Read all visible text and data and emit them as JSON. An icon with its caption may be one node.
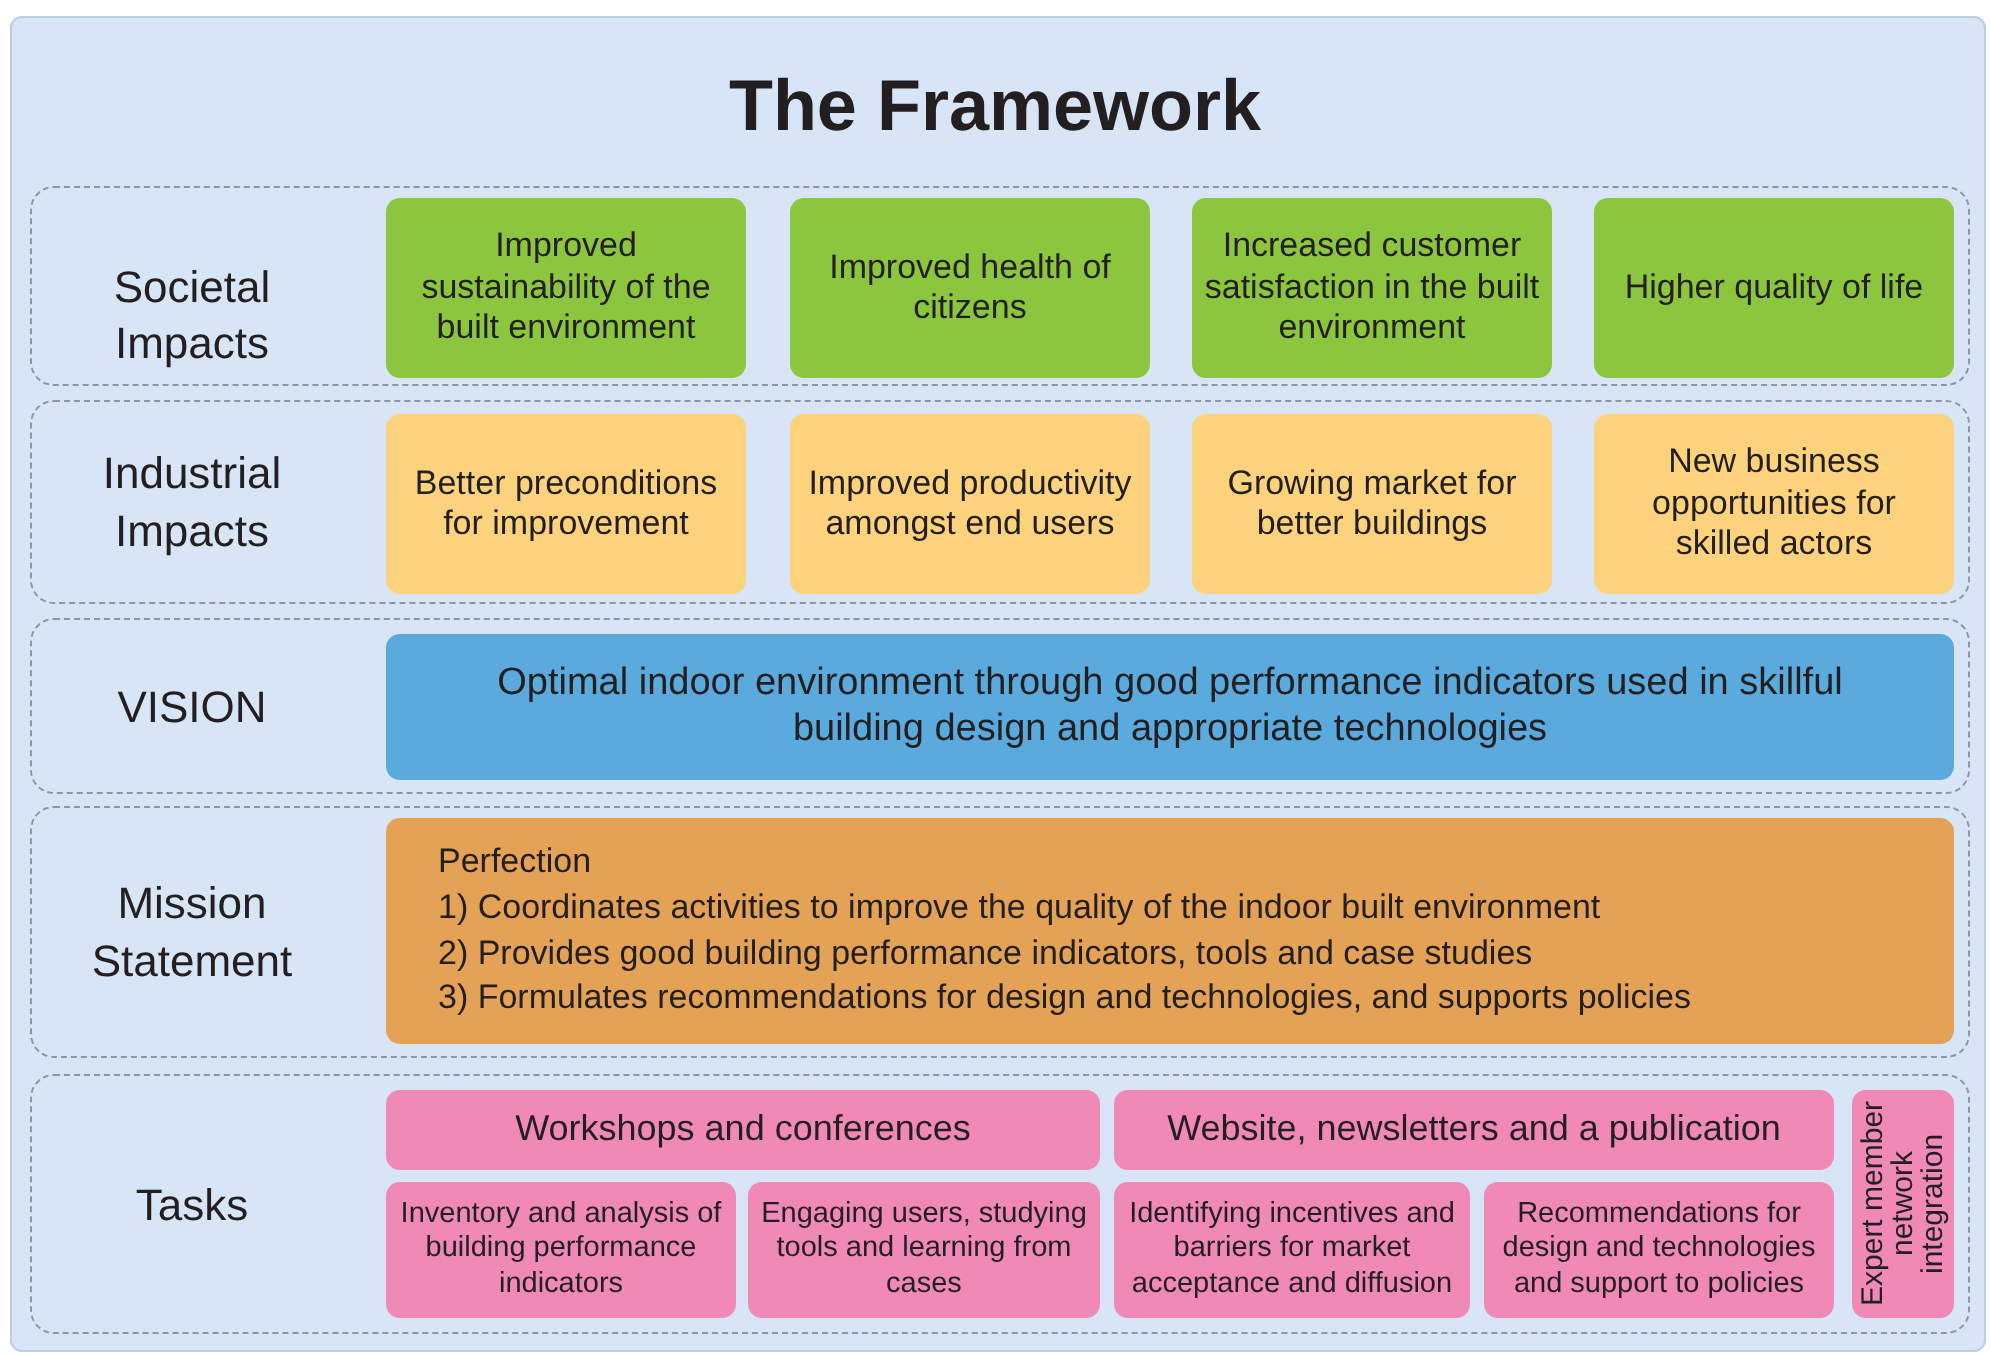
{
  "diagram": {
    "title": "The Framework",
    "nodes": [
      {
        "text": [
          "Societal Impacts"
        ]
      },
      {
        "text": [
          "Improved sustainability of the built environment"
        ],
        "in": 0
      },
      {
        "text": [
          "Improved health of citizens"
        ],
        "in": 0
      },
      {
        "text": [
          "Increased customer satisfaction in the built environment"
        ],
        "in": 0
      },
      {
        "text": [
          "Higher quality of life"
        ],
        "in": 0
      },
      {
        "text": [
          "Industrial Impacts"
        ]
      },
      {
        "text": [
          "Better preconditions for improvement"
        ],
        "in": 5
      },
      {
        "text": [
          "Improved productivity amongst end users"
        ],
        "in": 5
      },
      {
        "text": [
          "Growing market for better buildings"
        ],
        "in": 5
      },
      {
        "text": [
          "New business opportunities for skilled actors"
        ],
        "in": 5
      },
      {
        "text": [
          "VISION"
        ]
      },
      {
        "text": [
          "Optimal indoor environment through good performance indicators used in skillful building design and appropriate technologies"
        ],
        "in": 10
      },
      {
        "text": [
          "Mission Statement"
        ]
      },
      {
        "text": [
          "Perfection",
          "1) Coordinates activities to improve the quality of the indoor built environment",
          "2) Provides good building performance indicators, tools and case studies",
          "3) Formulates recommendations for design and technologies, and supports policies"
        ],
        "in": 12
      },
      {
        "text": [
          "Tasks"
        ]
      },
      {
        "text": [
          "Workshops and conferences"
        ],
        "in": 14
      },
      {
        "text": [
          "Website, newsletters and a publication"
        ],
        "in": 14
      },
      {
        "text": [
          "Expert member network integration"
        ],
        "in": 14
      },
      {
        "text": [
          "Inventory and analysis of building performance indicators"
        ],
        "in": 14
      },
      {
        "text": [
          "Engaging users, studying tools and learning from cases"
        ],
        "in": 14
      },
      {
        "text": [
          "Identifying incentives and barriers for market acceptance and diffusion"
        ],
        "in": 14
      },
      {
        "text": [
          "Recommendations for design and technologies and support to policies"
        ],
        "in": 14
      }
    ],
    "edges": []
  }
}
